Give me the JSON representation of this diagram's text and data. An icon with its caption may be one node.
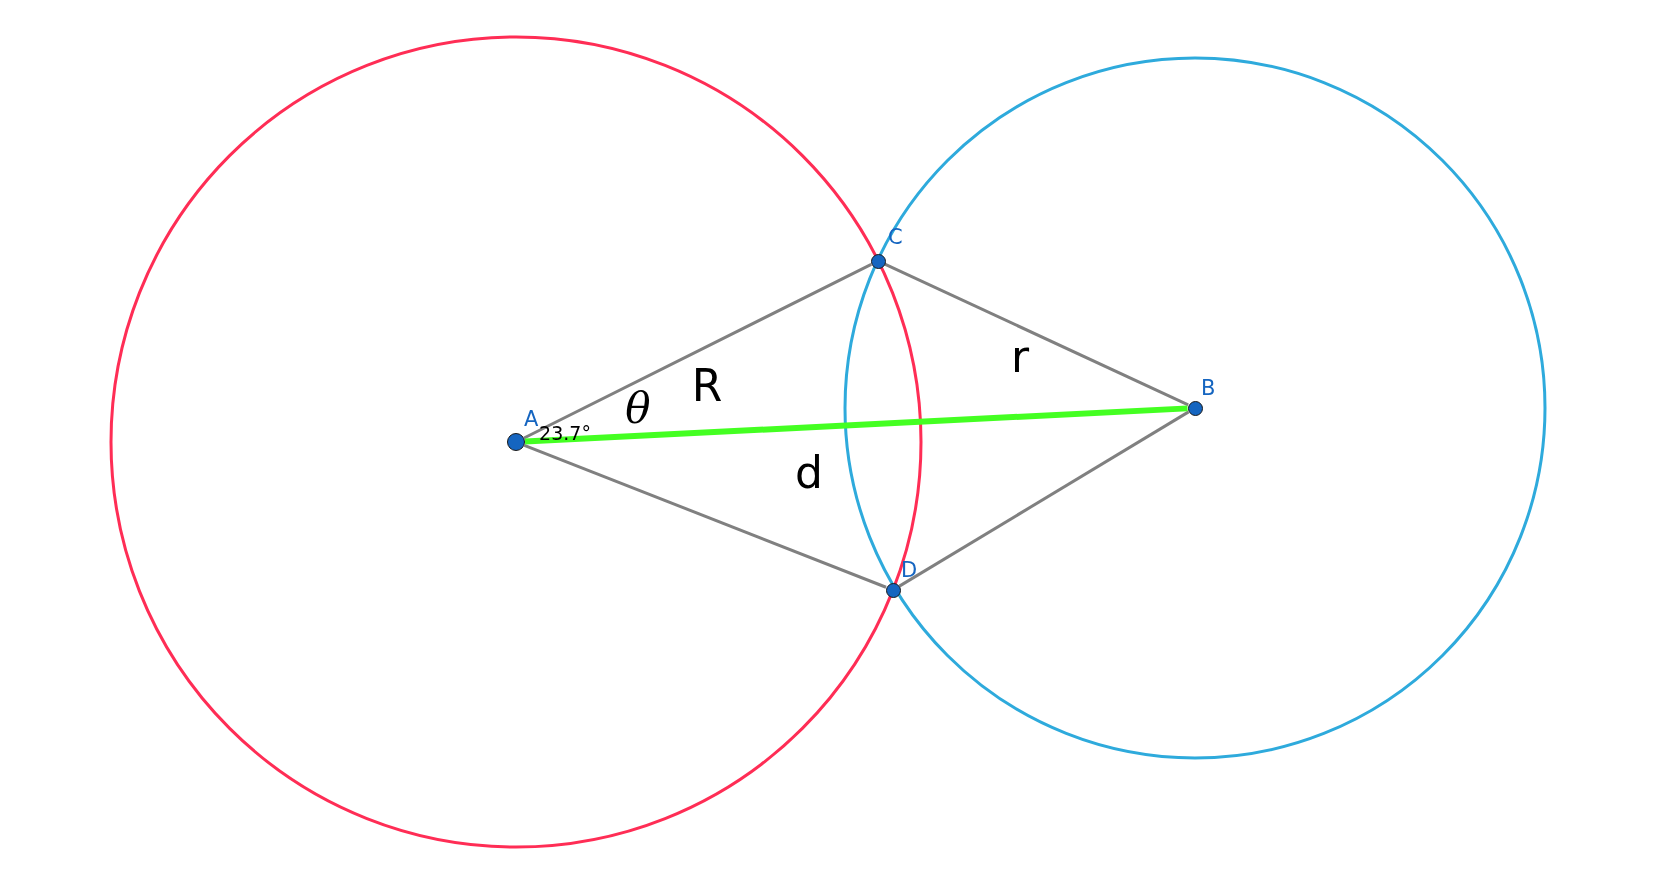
{
  "diagram": {
    "nodes": [
      {
        "text": [
          "A"
        ]
      },
      {
        "text": [
          "B"
        ]
      },
      {
        "text": [
          "C"
        ]
      },
      {
        "text": [
          "D"
        ]
      }
    ],
    "edges": [
      {
        "from": 0,
        "to": 2,
        "arrow": "none",
        "label": "R"
      },
      {
        "from": 2,
        "to": 1,
        "arrow": "none",
        "label": "r"
      },
      {
        "from": 0,
        "to": 3,
        "arrow": "none"
      },
      {
        "from": 3,
        "to": 1,
        "arrow": "none"
      },
      {
        "from": 0,
        "to": 1,
        "arrow": "none",
        "label": "d",
        "style": "thick",
        "color": "#44ff22"
      }
    ],
    "labels": [
      "θ",
      "23.7°"
    ]
  }
}
